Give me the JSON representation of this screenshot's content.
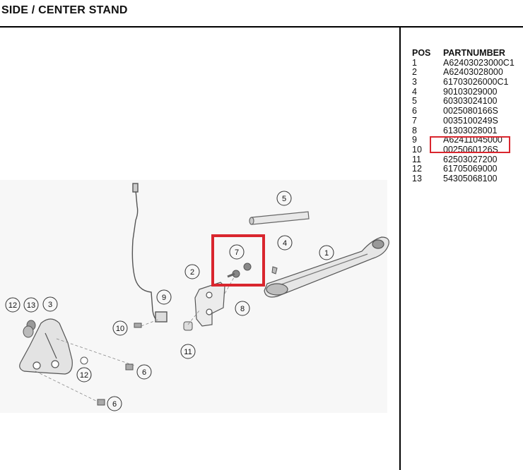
{
  "page": {
    "title": "SIDE / CENTER STAND"
  },
  "parts_table": {
    "headers": {
      "pos": "POS",
      "partnumber": "PARTNUMBER"
    },
    "rows": [
      {
        "pos": "1",
        "partnumber": "A62403023000C1"
      },
      {
        "pos": "2",
        "partnumber": "A62403028000"
      },
      {
        "pos": "3",
        "partnumber": "61703026000C1"
      },
      {
        "pos": "4",
        "partnumber": "90103029000"
      },
      {
        "pos": "5",
        "partnumber": "60303024100"
      },
      {
        "pos": "6",
        "partnumber": "0025080166S"
      },
      {
        "pos": "7",
        "partnumber": "0035100249S"
      },
      {
        "pos": "8",
        "partnumber": "61303028001"
      },
      {
        "pos": "9",
        "partnumber": "A62411045000"
      },
      {
        "pos": "10",
        "partnumber": "0025060126S"
      },
      {
        "pos": "11",
        "partnumber": "62503027200"
      },
      {
        "pos": "12",
        "partnumber": "61705069000"
      },
      {
        "pos": "13",
        "partnumber": "54305068100"
      }
    ],
    "highlighted_pos": "7"
  },
  "diagram": {
    "callouts": [
      "1",
      "2",
      "3",
      "4",
      "5",
      "6",
      "6",
      "7",
      "8",
      "9",
      "10",
      "11",
      "12",
      "12",
      "13"
    ],
    "highlight_color": "#d9262e"
  }
}
